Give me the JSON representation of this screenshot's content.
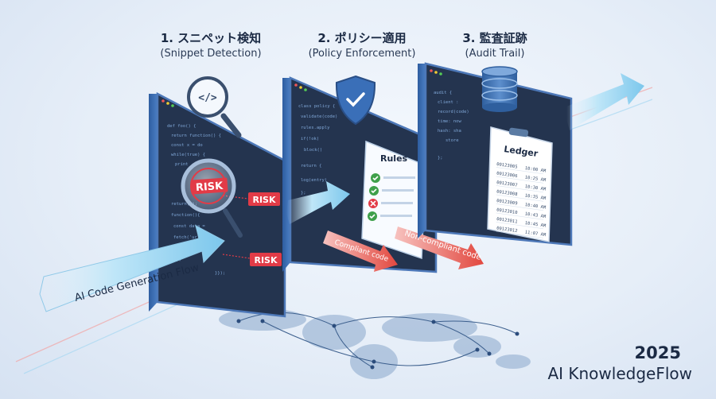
{
  "steps": [
    {
      "title": "1. スニペット検知",
      "subtitle": "(Snippet Detection)",
      "icon": "magnifier-code-icon"
    },
    {
      "title": "2. ポリシー適用",
      "subtitle": "(Policy Enforcement)",
      "icon": "shield-check-icon"
    },
    {
      "title": "3. 監査証跡",
      "subtitle": "(Audit Trail)",
      "icon": "database-icon"
    }
  ],
  "labels": {
    "risk_big": "RISK",
    "risk_tag1": "RISK",
    "risk_tag2": "RISK",
    "flow": "AI Code Generation Flow",
    "rules": "Rules",
    "compliant": "Compliant code",
    "noncompliant": "Non-compliant code",
    "ledger": "Ledger"
  },
  "ledger_rows": [
    {
      "id": "00123005",
      "time": "10:00 AM"
    },
    {
      "id": "00123006",
      "time": "10:25 AM"
    },
    {
      "id": "00123007",
      "time": "10:30 AM"
    },
    {
      "id": "00123008",
      "time": "10:35 AM"
    },
    {
      "id": "00123009",
      "time": "10:40 AM"
    },
    {
      "id": "00123010",
      "time": "10:43 AM"
    },
    {
      "id": "00123011",
      "time": "10:45 AM"
    },
    {
      "id": "00123012",
      "time": "11:07 AM"
    }
  ],
  "brand": {
    "year": "2025",
    "name": "AI KnowledgeFlow"
  },
  "colors": {
    "panel_dark": "#24344f",
    "panel_frame": "#4d78b8",
    "risk_red": "#e23b47",
    "arrow_cyan": "#8fd0ef",
    "check_green": "#3fa04a",
    "text_dark": "#1b2a44"
  }
}
